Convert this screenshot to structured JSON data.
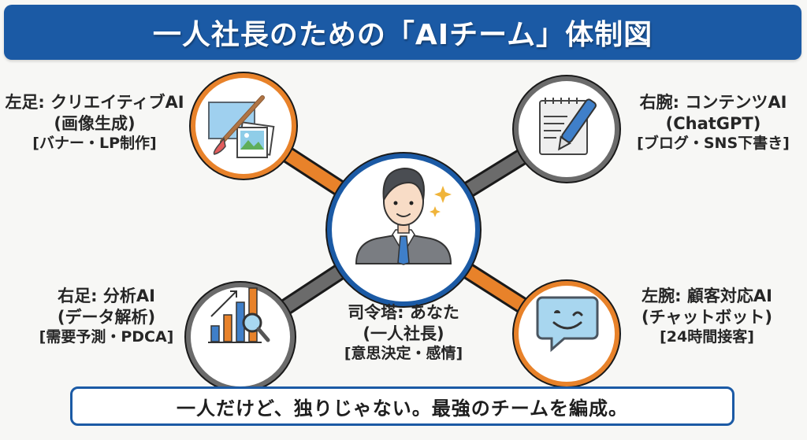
{
  "title": "一人社長のための「AIチーム」体制図",
  "center": {
    "icon": "businessman-avatar-icon",
    "line1": "司令塔: あなた",
    "line2": "(一人社長)",
    "line3": "[意思決定・感情]",
    "ring_color": "#1b5aa5"
  },
  "nodes": [
    {
      "position": "top-left",
      "icon": "paintbrush-image-icon",
      "line1": "左足: クリエイティブAI",
      "line2": "(画像生成)",
      "line3": "[バナー・LP制作]",
      "ring_color": "#e8822a"
    },
    {
      "position": "top-right",
      "icon": "notepad-pen-icon",
      "line1": "右腕: コンテンツAI",
      "line2": "(ChatGPT)",
      "line3": "[ブログ・SNS下書き]",
      "ring_color": "#6b6b6b"
    },
    {
      "position": "bottom-left",
      "icon": "bar-chart-magnifier-icon",
      "line1": "右足: 分析AI",
      "line2": "(データ解析)",
      "line3": "[需要予測・PDCA]",
      "ring_color": "#6b6b6b"
    },
    {
      "position": "bottom-right",
      "icon": "chat-bubble-smile-icon",
      "line1": "左腕: 顧客対応AI",
      "line2": "(チャットボット)",
      "line3": "[24時間接客]",
      "ring_color": "#e8822a"
    }
  ],
  "footer": "一人だけど、独りじゃない。最強のチームを編成。",
  "colors": {
    "title_bg": "#1b5aa5",
    "orange": "#e8822a",
    "gray": "#6b6b6b",
    "background": "#f7f7f5"
  }
}
